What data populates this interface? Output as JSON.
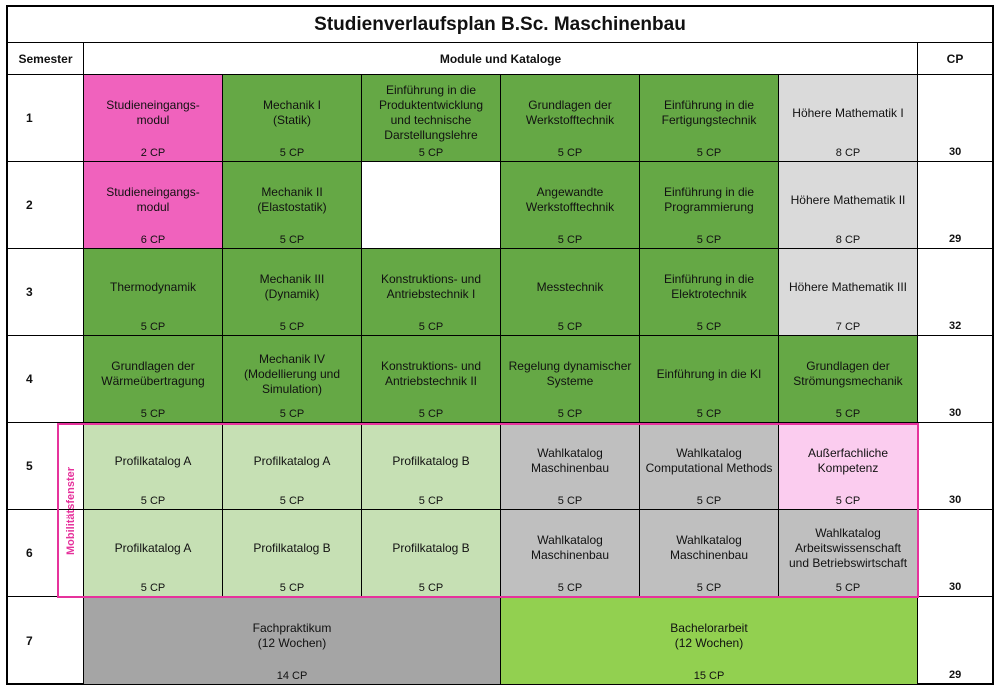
{
  "title": "Studienverlaufsplan B.Sc. Maschinenbau",
  "header": {
    "semester": "Semester",
    "modules": "Module und Kataloge",
    "cp": "CP"
  },
  "mobility_label": "Mobilitätsfenster",
  "colors": {
    "pink": "#f062bd",
    "green": "#65a845",
    "light_gray": "#dadada",
    "light_green": "#c6e0b4",
    "gray": "#bfbfbf",
    "light_pink": "#fbccef",
    "dark_gray": "#a5a5a5",
    "lime": "#92d050",
    "mobility_border": "#e6329c"
  },
  "semesters": [
    {
      "number": "1",
      "cp": "30",
      "modules": [
        {
          "name": "Studieneingangs-\nmodul",
          "cp": "2 CP",
          "color": "#f062bd"
        },
        {
          "name": "Mechanik I\n(Statik)",
          "cp": "5 CP",
          "color": "#65a845"
        },
        {
          "name": "Einführung in die\nProduktentwicklung\nund technische\nDarstellungslehre",
          "cp": "5 CP",
          "color": "#65a845"
        },
        {
          "name": "Grundlagen der\nWerkstofftechnik",
          "cp": "5 CP",
          "color": "#65a845"
        },
        {
          "name": "Einführung in die\nFertigungstechnik",
          "cp": "5 CP",
          "color": "#65a845"
        },
        {
          "name": "Höhere Mathematik I",
          "cp": "8 CP",
          "color": "#dadada"
        }
      ]
    },
    {
      "number": "2",
      "cp": "29",
      "modules": [
        {
          "name": "Studieneingangs-\nmodul",
          "cp": "6 CP",
          "color": "#f062bd"
        },
        {
          "name": "Mechanik II\n(Elastostatik)",
          "cp": "5 CP",
          "color": "#65a845"
        },
        {
          "name": "",
          "cp": "",
          "color": "#ffffff"
        },
        {
          "name": "Angewandte\nWerkstofftechnik",
          "cp": "5 CP",
          "color": "#65a845"
        },
        {
          "name": "Einführung in die\nProgrammierung",
          "cp": "5 CP",
          "color": "#65a845"
        },
        {
          "name": "Höhere Mathematik II",
          "cp": "8 CP",
          "color": "#dadada"
        }
      ]
    },
    {
      "number": "3",
      "cp": "32",
      "modules": [
        {
          "name": "Thermodynamik",
          "cp": "5 CP",
          "color": "#65a845"
        },
        {
          "name": "Mechanik III\n(Dynamik)",
          "cp": "5 CP",
          "color": "#65a845"
        },
        {
          "name": "Konstruktions- und\nAntriebstechnik I",
          "cp": "5 CP",
          "color": "#65a845"
        },
        {
          "name": "Messtechnik",
          "cp": "5 CP",
          "color": "#65a845"
        },
        {
          "name": "Einführung in die\nElektrotechnik",
          "cp": "5 CP",
          "color": "#65a845"
        },
        {
          "name": "Höhere Mathematik III",
          "cp": "7 CP",
          "color": "#dadada"
        }
      ]
    },
    {
      "number": "4",
      "cp": "30",
      "modules": [
        {
          "name": "Grundlagen der\nWärmeübertragung",
          "cp": "5 CP",
          "color": "#65a845"
        },
        {
          "name": "Mechanik IV\n(Modellierung und\nSimulation)",
          "cp": "5 CP",
          "color": "#65a845"
        },
        {
          "name": "Konstruktions- und\nAntriebstechnik II",
          "cp": "5 CP",
          "color": "#65a845"
        },
        {
          "name": "Regelung dynamischer\nSysteme",
          "cp": "5 CP",
          "color": "#65a845"
        },
        {
          "name": "Einführung in die KI",
          "cp": "5 CP",
          "color": "#65a845"
        },
        {
          "name": "Grundlagen der\nStrömungsmechanik",
          "cp": "5 CP",
          "color": "#65a845"
        }
      ]
    },
    {
      "number": "5",
      "cp": "30",
      "modules": [
        {
          "name": "Profilkatalog A",
          "cp": "5 CP",
          "color": "#c6e0b4"
        },
        {
          "name": "Profilkatalog A",
          "cp": "5 CP",
          "color": "#c6e0b4"
        },
        {
          "name": "Profilkatalog B",
          "cp": "5 CP",
          "color": "#c6e0b4"
        },
        {
          "name": "Wahlkatalog\nMaschinenbau",
          "cp": "5 CP",
          "color": "#bfbfbf"
        },
        {
          "name": "Wahlkatalog\nComputational Methods",
          "cp": "5 CP",
          "color": "#bfbfbf"
        },
        {
          "name": "Außerfachliche\nKompetenz",
          "cp": "5 CP",
          "color": "#fbccef"
        }
      ]
    },
    {
      "number": "6",
      "cp": "30",
      "modules": [
        {
          "name": "Profilkatalog A",
          "cp": "5 CP",
          "color": "#c6e0b4"
        },
        {
          "name": "Profilkatalog B",
          "cp": "5 CP",
          "color": "#c6e0b4"
        },
        {
          "name": "Profilkatalog B",
          "cp": "5 CP",
          "color": "#c6e0b4"
        },
        {
          "name": "Wahlkatalog\nMaschinenbau",
          "cp": "5 CP",
          "color": "#bfbfbf"
        },
        {
          "name": "Wahlkatalog\nMaschinenbau",
          "cp": "5 CP",
          "color": "#bfbfbf"
        },
        {
          "name": "Wahlkatalog\nArbeitswissenschaft\nund Betriebswirtschaft",
          "cp": "5 CP",
          "color": "#bfbfbf"
        }
      ]
    },
    {
      "number": "7",
      "cp": "29",
      "modules": [
        {
          "name": "Fachpraktikum\n(12 Wochen)",
          "cp": "14 CP",
          "color": "#a5a5a5",
          "span": 3
        },
        {
          "name": "Bachelorarbeit\n(12 Wochen)",
          "cp": "15 CP",
          "color": "#92d050",
          "span": 3
        }
      ]
    }
  ]
}
